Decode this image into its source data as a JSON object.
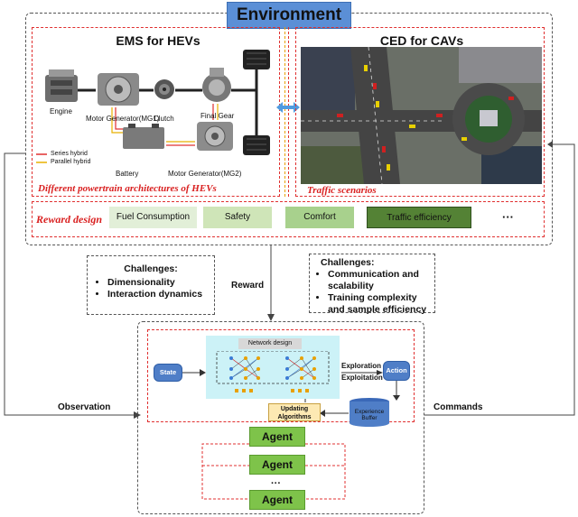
{
  "environment": {
    "title": "Environment",
    "ems": {
      "title": "EMS for HEVs",
      "components": {
        "engine": "Engine",
        "mg1": "Motor Generator(MG1)",
        "clutch": "Clutch",
        "final_gear": "Final Gear",
        "battery": "Battery",
        "mg2": "Motor Generator(MG2)"
      },
      "legend": {
        "series": "Series hybrid",
        "parallel": "Parallel hybrid"
      },
      "caption": "Different powertrain architectures of HEVs"
    },
    "ced": {
      "title": "CED for CAVs",
      "caption": "Traffic scenarios"
    },
    "reward_design": {
      "label": "Reward design",
      "items": [
        "Fuel Consumption",
        "Safety",
        "Comfort",
        "Traffic efficiency"
      ],
      "more": "···"
    }
  },
  "challenges_left": {
    "title": "Challenges:",
    "items": [
      "Dimensionality",
      "Interaction dynamics"
    ]
  },
  "challenges_right": {
    "title": "Challenges:",
    "items": [
      "Communication and scalability",
      "Training complexity and sample efficiency"
    ]
  },
  "flow_labels": {
    "reward": "Reward",
    "observation": "Observation",
    "commands": "Commands"
  },
  "agent_block": {
    "state": "State",
    "network_design": "Network design",
    "exploration": "Exploration",
    "exploitation": "Exploitation",
    "action": "Action",
    "experience_buffer": "Experience Buffer",
    "updating_algorithms": "Updating Algorithms",
    "agents": [
      "Agent",
      "Agent",
      "Agent"
    ],
    "ellipsis": "···"
  },
  "colors": {
    "env_title_bg": "#5b8fd6",
    "reward_fuel": "#e2efd8",
    "reward_safety": "#cfe5b8",
    "reward_comfort": "#a8d18d",
    "reward_traffic": "#548235",
    "agent": "#7ec34a",
    "network_bg": "#ccf2f7",
    "state_action": "#4f7ec7",
    "dash_red": "#e03030"
  }
}
